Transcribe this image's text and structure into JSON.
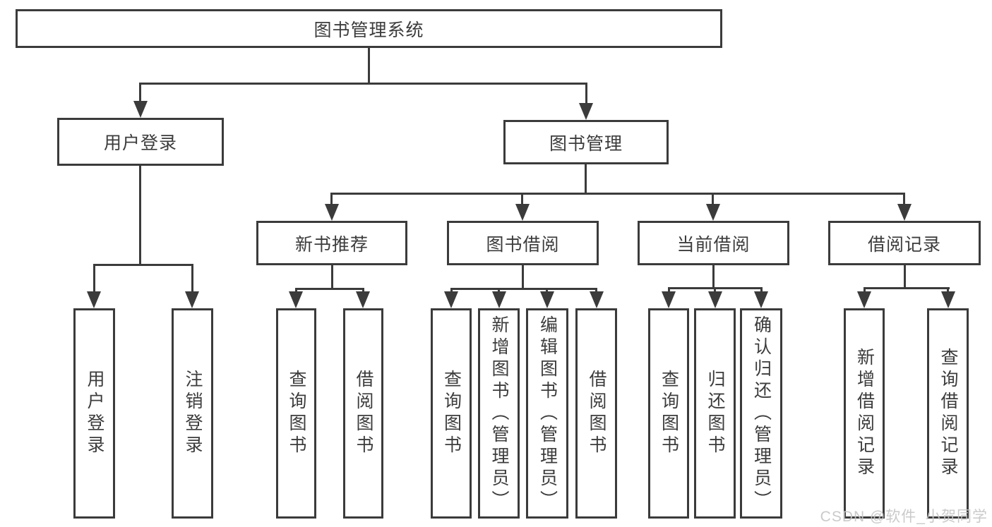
{
  "tree": {
    "root": {
      "label": "图书管理系统",
      "children": [
        {
          "label": "用户登录",
          "children": [
            {
              "label": "用户登录"
            },
            {
              "label": "注销登录"
            }
          ]
        },
        {
          "label": "图书管理",
          "children": [
            {
              "label": "新书推荐",
              "children": [
                {
                  "label": "查询图书"
                },
                {
                  "label": "借阅图书"
                }
              ]
            },
            {
              "label": "图书借阅",
              "children": [
                {
                  "label": "查询图书"
                },
                {
                  "label": "新增图书（管理员）"
                },
                {
                  "label": "编辑图书（管理员）"
                },
                {
                  "label": "借阅图书"
                }
              ]
            },
            {
              "label": "当前借阅",
              "children": [
                {
                  "label": "查询图书"
                },
                {
                  "label": "归还图书"
                },
                {
                  "label": "确认归还（管理员）"
                }
              ]
            },
            {
              "label": "借阅记录",
              "children": [
                {
                  "label": "新增借阅记录"
                },
                {
                  "label": "查询借阅记录"
                }
              ]
            }
          ]
        }
      ]
    }
  },
  "watermark": {
    "text": "CSDN @软件_小贺同学"
  },
  "colors": {
    "line": "#3b3b3b",
    "text": "#3c3c3c",
    "watermark": "#c5c5c5",
    "background": "#ffffff"
  }
}
